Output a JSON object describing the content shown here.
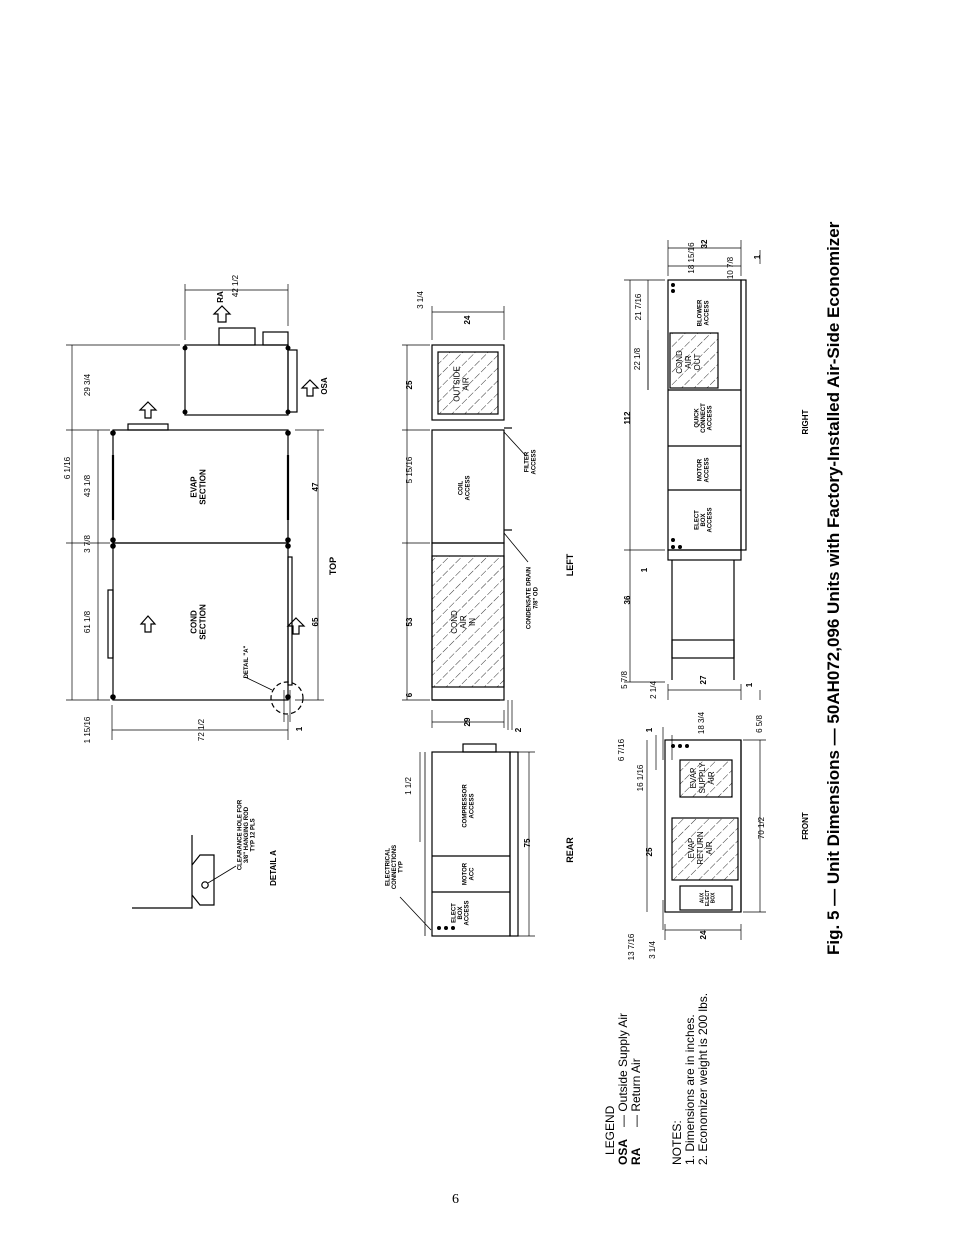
{
  "figure": {
    "title": "Fig. 5 — Unit Dimensions — 50AH072,096 Units with Factory-Installed Air-Side Economizer"
  },
  "views": {
    "top": "TOP",
    "rear": "REAR",
    "left": "LEFT",
    "front": "FRONT",
    "right": "RIGHT",
    "detail_a": "DETAIL A"
  },
  "labels": {
    "evap_section": [
      "EVAP",
      "SECTION"
    ],
    "cond_section": [
      "COND",
      "SECTION"
    ],
    "detail_a_callout": "DETAIL \"A\"",
    "clearance": [
      "CLEARANCE HOLE FOR",
      "3/8\" HANGING ROD",
      "TYP 12 PLS"
    ],
    "ra": "RA",
    "osa": "OSA",
    "electrical": [
      "ELECTRICAL",
      "CONNECTIONS",
      "TYP"
    ],
    "elect_box_access": [
      "ELECT",
      "BOX",
      "ACCESS"
    ],
    "motor_acc": [
      "MOTOR",
      "ACC"
    ],
    "compressor_access": [
      "COMPRESSOR",
      "ACCESS"
    ],
    "outside_air": [
      "OUTSIDE",
      "AIR"
    ],
    "coil_access": [
      "COIL",
      "ACCESS"
    ],
    "cond_air_in": [
      "COND",
      "AIR",
      "IN"
    ],
    "filter_access": [
      "FILTER",
      "ACCESS"
    ],
    "condensate": [
      "CONDENSATE DRAIN",
      "7/8\" OD"
    ],
    "evap_return_air": [
      "EVAP",
      "RETURN",
      "AIR"
    ],
    "evap_supply_air": [
      "EVAP",
      "SUPPLY",
      "AIR"
    ],
    "aux_elect_box": [
      "AUX",
      "ELECT",
      "BOX"
    ],
    "motor_access": [
      "MOTOR",
      "ACCESS"
    ],
    "quick_connect": [
      "QUICK",
      "CONNECT",
      "ACCESS"
    ],
    "cond_air_out": [
      "COND",
      "AIR",
      "OUT"
    ],
    "blower_access": [
      "BLOWER",
      "ACCESS"
    ]
  },
  "dimensions": {
    "top": [
      "29 3/4",
      "6 1/16",
      "43 1/8",
      "3 7/8",
      "61 1/8",
      "1 15/16",
      "72 1/2",
      "42 1/2",
      "47",
      "65",
      "1"
    ],
    "rear": [
      "1 1/2",
      "75"
    ],
    "left": [
      "3 1/4",
      "24",
      "25",
      "5 15/16",
      "53",
      "6",
      "29",
      "2"
    ],
    "front": [
      "6 7/16",
      "1",
      "16 1/16",
      "18 3/4",
      "25",
      "6 5/8",
      "70 1/2",
      "13 7/16",
      "3 1/4",
      "24"
    ],
    "right": [
      "18 15/16",
      "32",
      "21 7/16",
      "10 7/8",
      "1",
      "22 1/8",
      "112",
      "1",
      "36",
      "5 7/8",
      "2 1/4",
      "27",
      "1"
    ]
  },
  "legend": {
    "heading": "LEGEND",
    "items": [
      {
        "abbr": "OSA",
        "desc": "— Outside Supply Air"
      },
      {
        "abbr": "RA",
        "desc": "— Return Air"
      }
    ]
  },
  "notes": {
    "heading": "NOTES:",
    "items": [
      "1. Dimensions are in inches.",
      "2. Economizer weight is 200 lbs."
    ]
  },
  "page_number": "6"
}
